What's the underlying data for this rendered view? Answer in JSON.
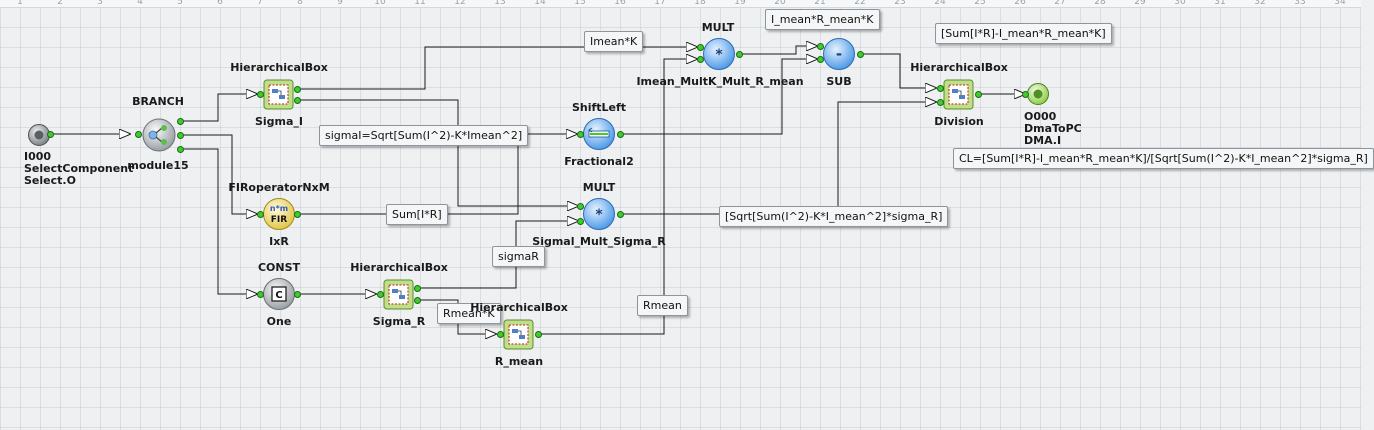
{
  "ruler": {
    "ticks": [
      "1",
      "2",
      "3",
      "4",
      "5",
      "6",
      "7",
      "8",
      "9",
      "10",
      "11",
      "12",
      "13",
      "14",
      "15",
      "16",
      "17",
      "18",
      "19",
      "20",
      "21",
      "22",
      "23",
      "24",
      "25",
      "26",
      "27",
      "28",
      "29",
      "30",
      "31",
      "32",
      "33",
      "34"
    ]
  },
  "nodes": {
    "input": {
      "id": "I000",
      "name": "SelectComponent",
      "port": "Select.O"
    },
    "branch": {
      "type": "BRANCH",
      "name": "module15"
    },
    "hier_sigma_i": {
      "type": "HierarchicalBox",
      "name": "Sigma_I"
    },
    "fir": {
      "type": "FIRoperatorNxM",
      "name": "IxR",
      "icon_top": "n*m",
      "icon_bottom": "FIR"
    },
    "const": {
      "type": "CONST",
      "name": "One",
      "icon": "C"
    },
    "hier_sigma_r": {
      "type": "HierarchicalBox",
      "name": "Sigma_R"
    },
    "hier_r_mean": {
      "type": "HierarchicalBox",
      "name": "R_mean"
    },
    "shift": {
      "type": "ShiftLeft",
      "name": "Fractional2"
    },
    "mult1": {
      "type": "MULT",
      "name": "Imean_MultK_Mult_R_mean",
      "symbol": "*"
    },
    "mult2": {
      "type": "MULT",
      "name": "Sigmal_Mult_Sigma_R",
      "symbol": "*"
    },
    "sub": {
      "type": "SUB",
      "name": "SUB",
      "symbol": "-"
    },
    "hier_division": {
      "type": "HierarchicalBox",
      "name": "Division"
    },
    "output": {
      "id": "O000",
      "name": "DmaToPC",
      "port": "DMA.I"
    }
  },
  "notes": {
    "imean_k": "Imean*K",
    "i_mean_r_mean_k": "I_mean*R_mean*K",
    "sum_ir_minus": "[Sum[I*R]-I_mean*R_mean*K]",
    "sigma_i_formula": "sigmaI=Sqrt[Sum(I^2)-K*Imean^2]",
    "cl_formula": "CL=[Sum[I*R]-I_mean*R_mean*K]/[Sqrt[Sum(I^2)-K*I_mean^2]*sigma_R]",
    "sum_ir": "Sum[I*R]",
    "sqrt_sigma": "[Sqrt[Sum(I^2)-K*I_mean^2]*sigma_R]",
    "sigma_r": "sigmaR",
    "rmean_k": "Rmean*K",
    "rmean": "Rmean"
  },
  "colors": {
    "port": "#3fcc2e",
    "wire": "#1a1a1a",
    "node_blue": "#4f9be8",
    "node_green": "#9bd05a"
  }
}
